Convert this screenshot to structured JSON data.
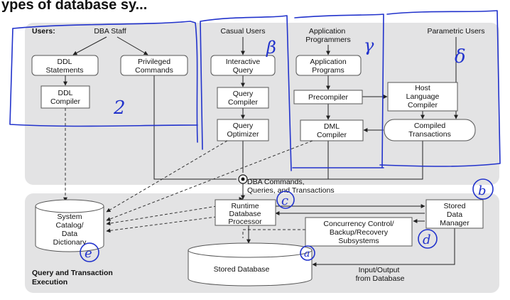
{
  "header": {
    "title_partial": "ypes of database sy..."
  },
  "top_panel": {
    "users_label": "Users:",
    "dba_staff": "DBA Staff",
    "casual_users": "Casual Users",
    "application_programmers": [
      "Application",
      "Programmers"
    ],
    "parametric_users": "Parametric Users"
  },
  "boxes": {
    "ddl_statements": [
      "DDL",
      "Statements"
    ],
    "privileged_commands": [
      "Privileged",
      "Commands"
    ],
    "interactive_query": [
      "Interactive",
      "Query"
    ],
    "application_programs": [
      "Application",
      "Programs"
    ],
    "ddl_compiler": [
      "DDL",
      "Compiler"
    ],
    "query_compiler": [
      "Query",
      "Compiler"
    ],
    "precompiler": [
      "Precompiler"
    ],
    "host_language_compiler": [
      "Host",
      "Language",
      "Compiler"
    ],
    "query_optimizer": [
      "Query",
      "Optimizer"
    ],
    "dml_compiler": [
      "DML",
      "Compiler"
    ],
    "compiled_transactions": [
      "Compiled",
      "Transactions"
    ],
    "system_catalog": [
      "System",
      "Catalog/",
      "Data",
      "Dictionary"
    ],
    "runtime_processor": [
      "Runtime",
      "Database",
      "Processor"
    ],
    "stored_data_manager": [
      "Stored",
      "Data",
      "Manager"
    ],
    "concurrency": [
      "Concurrency Control/",
      "Backup/Recovery",
      "Subsystems"
    ],
    "stored_database": [
      "Stored Database"
    ]
  },
  "bottom_panel": {
    "dba_commands": [
      "DBA Commands,",
      "Queries, and Transactions"
    ],
    "section_label": [
      "Query and Transaction",
      "Execution"
    ],
    "io_label": [
      "Input/Output",
      "from Database"
    ]
  },
  "annotations": [
    "β",
    "γ",
    "δ",
    "2",
    "e",
    "a",
    "b",
    "c",
    "d"
  ],
  "colors": {
    "panel": "#e3e3e4",
    "ink": "#2233cc",
    "box_border": "#555555"
  }
}
